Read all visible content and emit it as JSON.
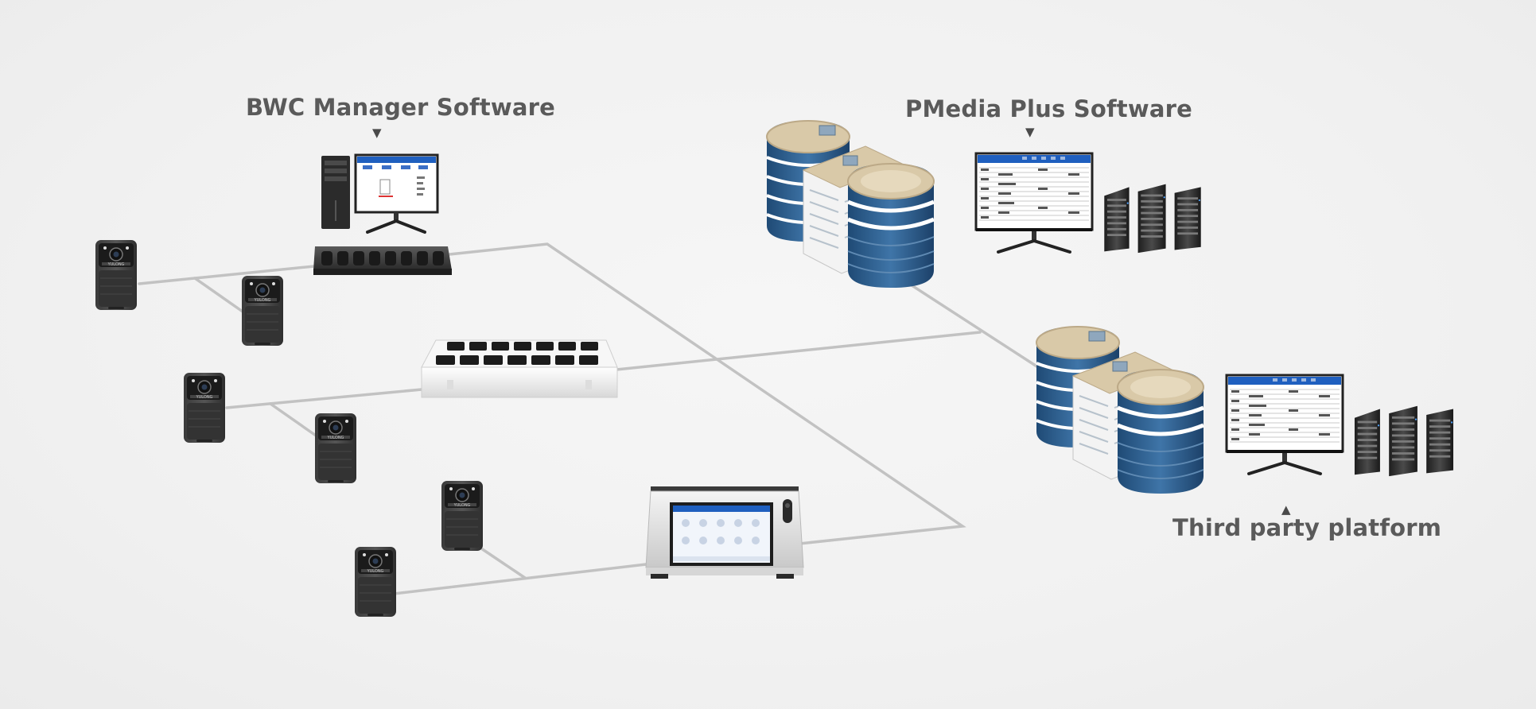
{
  "labels": {
    "bwc_manager": "BWC Manager Software",
    "pmedia_plus": "PMedia Plus Software",
    "third_party": "Third party platform"
  },
  "camera_brand": "YULONG",
  "colors": {
    "line": "#c2c2c2",
    "label": "#5a5a5a",
    "building_blue": "#2e5d8c",
    "building_roof": "#d8c8a8",
    "screen_blue": "#1f5fbf"
  },
  "icons": [
    "body-camera-icon",
    "docking-station-icon",
    "computer-tower-icon",
    "monitor-icon",
    "building-icon",
    "server-rack-icon",
    "touch-kiosk-icon",
    "arrow-down-icon",
    "arrow-up-icon"
  ]
}
